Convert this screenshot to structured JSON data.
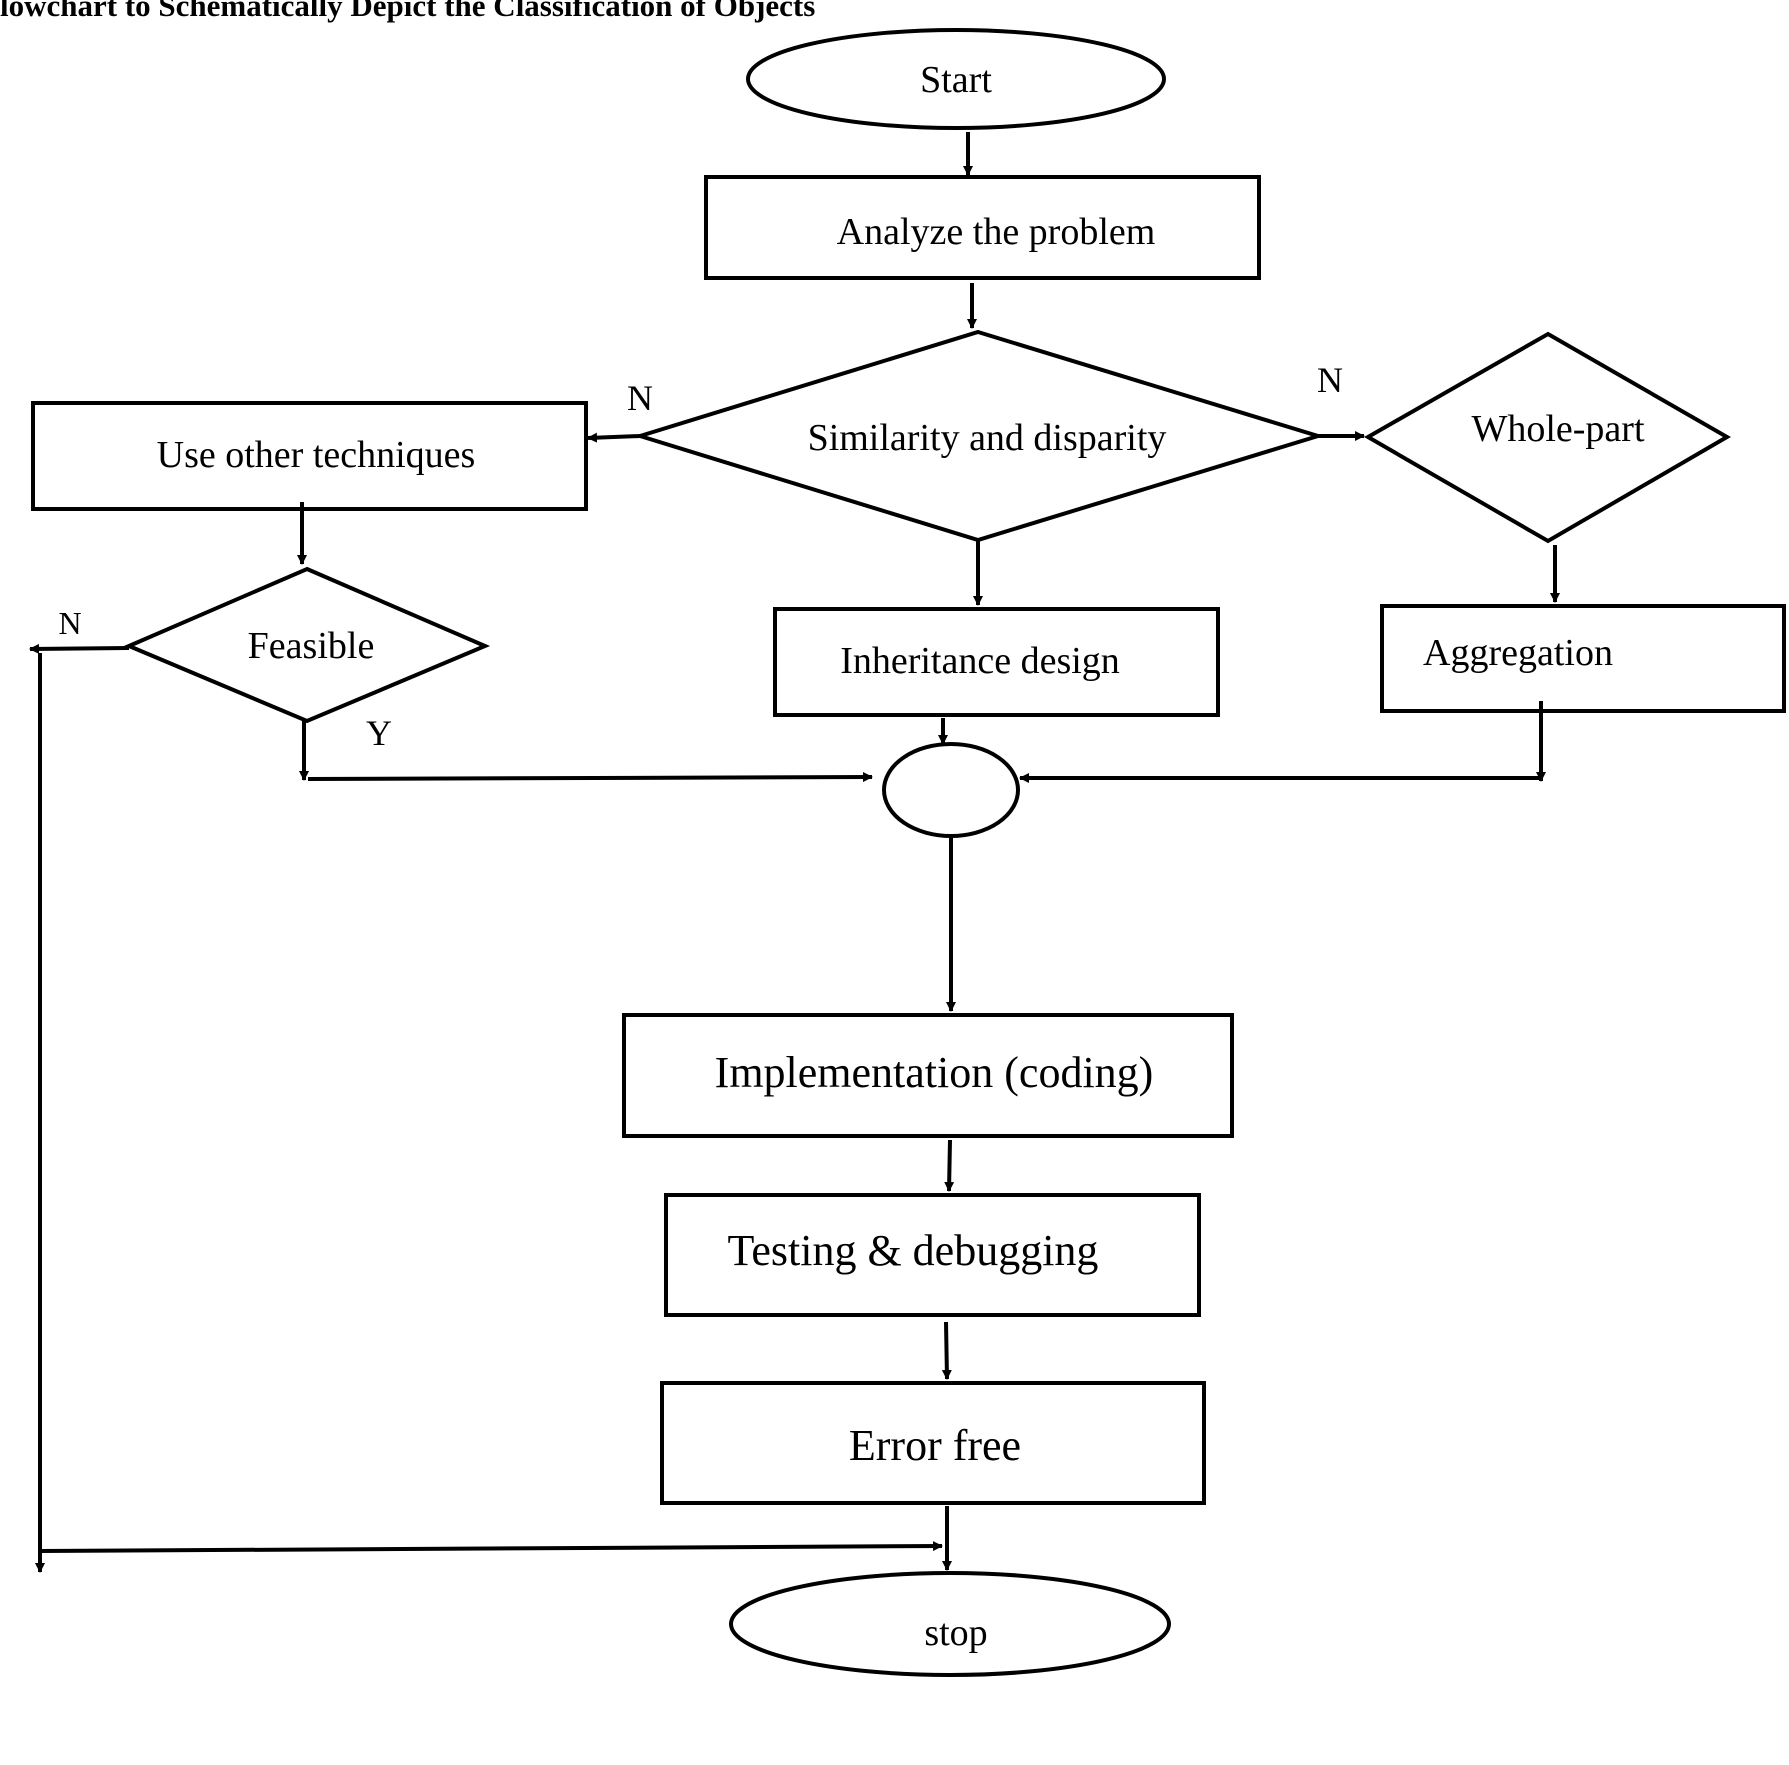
{
  "title": "lowchart to Schematically Depict the Classification of Objects",
  "nodes": {
    "start": "Start",
    "analyze": "Analyze the problem",
    "similarity": "Similarity and disparity",
    "use_other": "Use other techniques",
    "whole_part": "Whole-part",
    "feasible": "Feasible",
    "inheritance": "Inheritance design",
    "aggregation": "Aggregation",
    "implementation": "Implementation (coding)",
    "testing": "Testing & debugging",
    "error_free": "Error free",
    "stop": "stop"
  },
  "edge_labels": {
    "similarity_no_left": "N",
    "similarity_no_right": "N",
    "feasible_no": "N",
    "feasible_yes": "Y"
  }
}
